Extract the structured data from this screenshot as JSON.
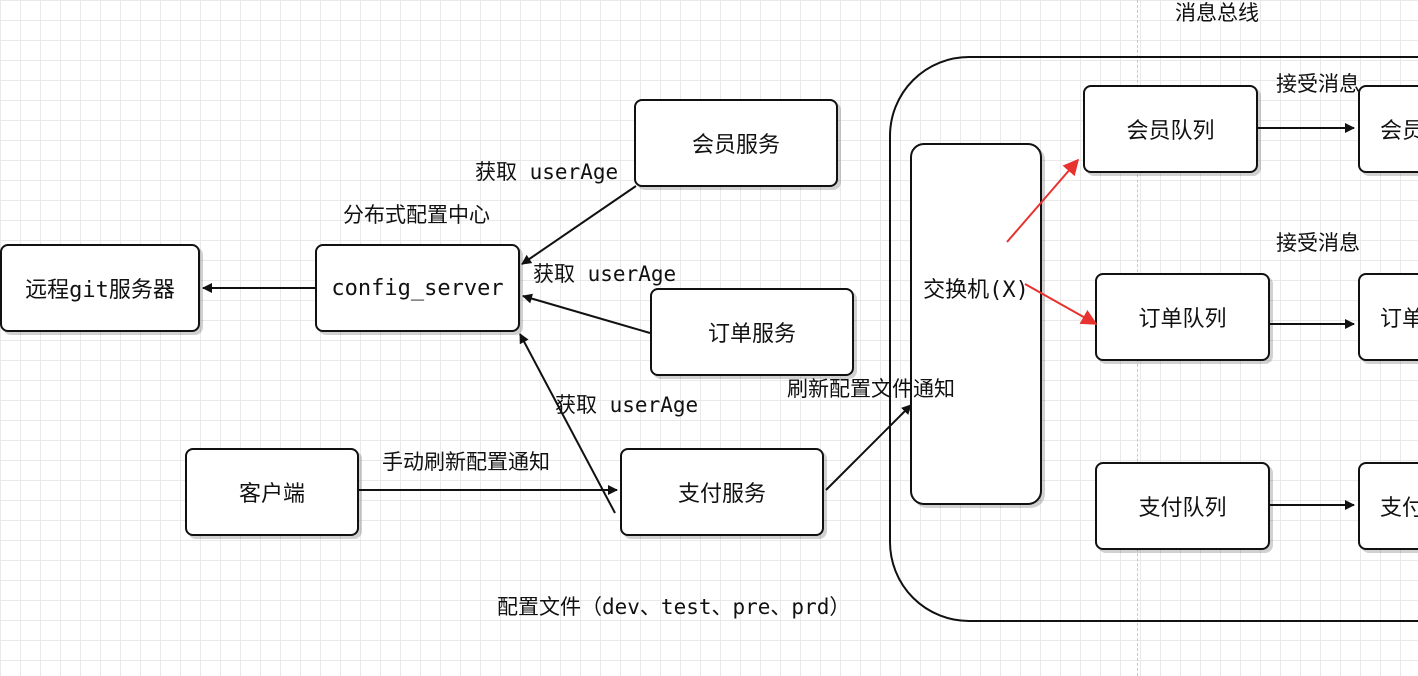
{
  "diagram": {
    "nodes": {
      "remote_git": "远程git服务器",
      "config_server": "config_server",
      "member_service": "会员服务",
      "order_service": "订单服务",
      "payment_service": "支付服务",
      "client": "客户端",
      "exchange": "交换机(X)",
      "member_queue": "会员队列",
      "order_queue": "订单队列",
      "payment_queue": "支付队列",
      "member_consumer": "会员",
      "order_consumer": "订单",
      "payment_consumer": "支付"
    },
    "labels": {
      "message_bus": "消息总线",
      "distributed_config_center": "分布式配置中心",
      "fetch_user_age_1": "获取 userAge",
      "fetch_user_age_2": "获取 userAge",
      "fetch_user_age_3": "获取 userAge",
      "manual_refresh_notice": "手动刷新配置通知",
      "refresh_config_file_notice": "刷新配置文件通知",
      "receive_message_1": "接受消息",
      "receive_message_2": "接受消息",
      "config_files": "配置文件（dev、test、pre、prd）"
    },
    "colors": {
      "stroke": "#111111",
      "highlight_arrow": "#e8322f",
      "grid": "#e9e9e9",
      "background": "#ffffff"
    },
    "edges": [
      {
        "from": "config_server",
        "to": "remote_git"
      },
      {
        "from": "member_service",
        "to": "config_server"
      },
      {
        "from": "order_service",
        "to": "config_server"
      },
      {
        "from": "payment_service",
        "to": "config_server"
      },
      {
        "from": "client",
        "to": "payment_service"
      },
      {
        "from": "payment_service",
        "to": "exchange"
      },
      {
        "from": "exchange",
        "to": "member_queue",
        "style": "highlight"
      },
      {
        "from": "exchange",
        "to": "order_queue",
        "style": "highlight"
      },
      {
        "from": "member_queue",
        "to": "member_consumer"
      },
      {
        "from": "order_queue",
        "to": "order_consumer"
      },
      {
        "from": "payment_queue",
        "to": "payment_consumer"
      }
    ]
  }
}
